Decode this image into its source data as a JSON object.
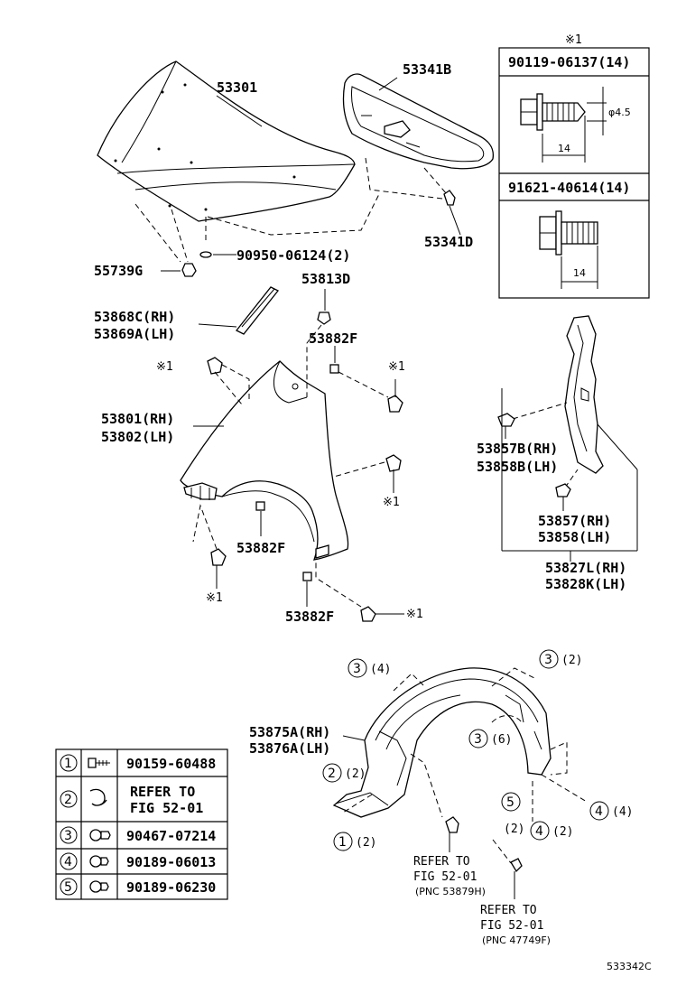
{
  "callouts": {
    "hood": "53301",
    "hood_seal": "53341B",
    "seal_clip": "53341D",
    "hood_cushion": "90950-06124(2)",
    "hood_retainer": "55739G",
    "bolt_53813D": "53813D",
    "fender_seal_rh": "53868C(RH)",
    "fender_seal_lh": "53869A(LH)",
    "nut_53882F_top": "53882F",
    "fender_rh": "53801(RH)",
    "fender_lh": "53802(LH)",
    "nut_53882F_mid": "53882F",
    "nut_53882F_bottom": "53882F",
    "protector_rh": "53857B(RH)",
    "protector_lh": "53858B(LH)",
    "seal_rh": "53857(RH)",
    "seal_lh": "53858(LH)",
    "assy_rh": "53827L(RH)",
    "assy_lh": "53828K(LH)",
    "liner_rh": "53875A(RH)",
    "liner_lh": "53876A(LH)",
    "refer1_line1": "REFER TO",
    "refer1_line2": "FIG 52-01",
    "refer1_line3": "(PNC 53879H)",
    "refer2_line1": "REFER TO",
    "refer2_line2": "FIG 52-01",
    "refer2_line3": "(PNC 47749F)",
    "diagram_id": "533342C",
    "star1": "※1"
  },
  "fastener_box": {
    "header": "※1",
    "item1": "90119-06137(14)",
    "item1_dia": "φ4.5",
    "item1_len": "14",
    "item2": "91621-40614(14)",
    "item2_len": "14"
  },
  "clip_qty": {
    "c3_top_left": "(4)",
    "c3_top_right": "(2)",
    "c3_mid": "(6)",
    "c2": "(2)",
    "c5": "(2)",
    "c4_a": "(2)",
    "c4_b": "(4)",
    "c1": "(2)"
  },
  "legend": {
    "rows": [
      {
        "num": "1",
        "part": "90159-60488",
        "icon": "screw-icon"
      },
      {
        "num": "2",
        "part_line1": "REFER TO",
        "part_line2": "FIG 52-01",
        "icon": "clip-icon"
      },
      {
        "num": "3",
        "part": "90467-07214",
        "icon": "push-clip-icon"
      },
      {
        "num": "4",
        "part": "90189-06013",
        "icon": "nut-icon"
      },
      {
        "num": "5",
        "part": "90189-06230",
        "icon": "nut-icon"
      }
    ]
  }
}
